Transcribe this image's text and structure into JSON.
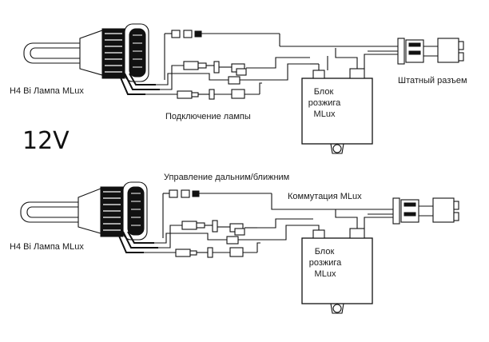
{
  "voltage_label": "12V",
  "top": {
    "lamp_label": "H4 Bi Лампа MLux",
    "lamp_connection_label": "Подключение лампы",
    "ballast_label": [
      "Блок",
      "розжига",
      "MLux"
    ],
    "stock_connector_label": "Штатный разъем"
  },
  "bottom": {
    "lamp_label": "H4 Bi Лампа MLux",
    "beam_control_label": "Управление дальним/ближним",
    "switching_label": "Коммутация MLux",
    "ballast_label": [
      "Блок",
      "розжига",
      "MLux"
    ]
  },
  "colors": {
    "line": "#111111",
    "background": "#ffffff"
  }
}
